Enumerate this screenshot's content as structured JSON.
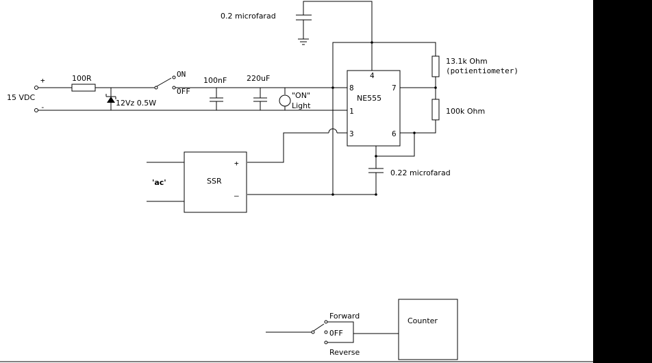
{
  "labels": {
    "supply_voltage": "15 VDC",
    "plus": "+",
    "minus": "-",
    "resistor_input": "100R",
    "zener": "12Vz 0.5W",
    "switch_on": "ON",
    "switch_off": "OFF",
    "cap_100nf": "100nF",
    "cap_220uf": "220uF",
    "on_light_1": "\"ON\"",
    "on_light_2": "Light",
    "cap_top": "0.2 microfarad",
    "pot_value": "13.1k Ohm",
    "pot_note": "(potientiometer)",
    "res_100k": "100k Ohm",
    "ic_name": "NE555",
    "pin_4": "4",
    "pin_8": "8",
    "pin_7": "7",
    "pin_1": "1",
    "pin_3": "3",
    "pin_6": "6",
    "cap_timing": "0.22 microfarad",
    "ac": "'ac'",
    "ssr": "SSR",
    "ssr_plus": "+",
    "ssr_minus": "–",
    "forward": "Forward",
    "off": "OFF",
    "reverse": "Reverse",
    "counter": "Counter"
  },
  "colors": {
    "ink": "#000000",
    "background": "#ffffff",
    "side_band": "#000000"
  }
}
